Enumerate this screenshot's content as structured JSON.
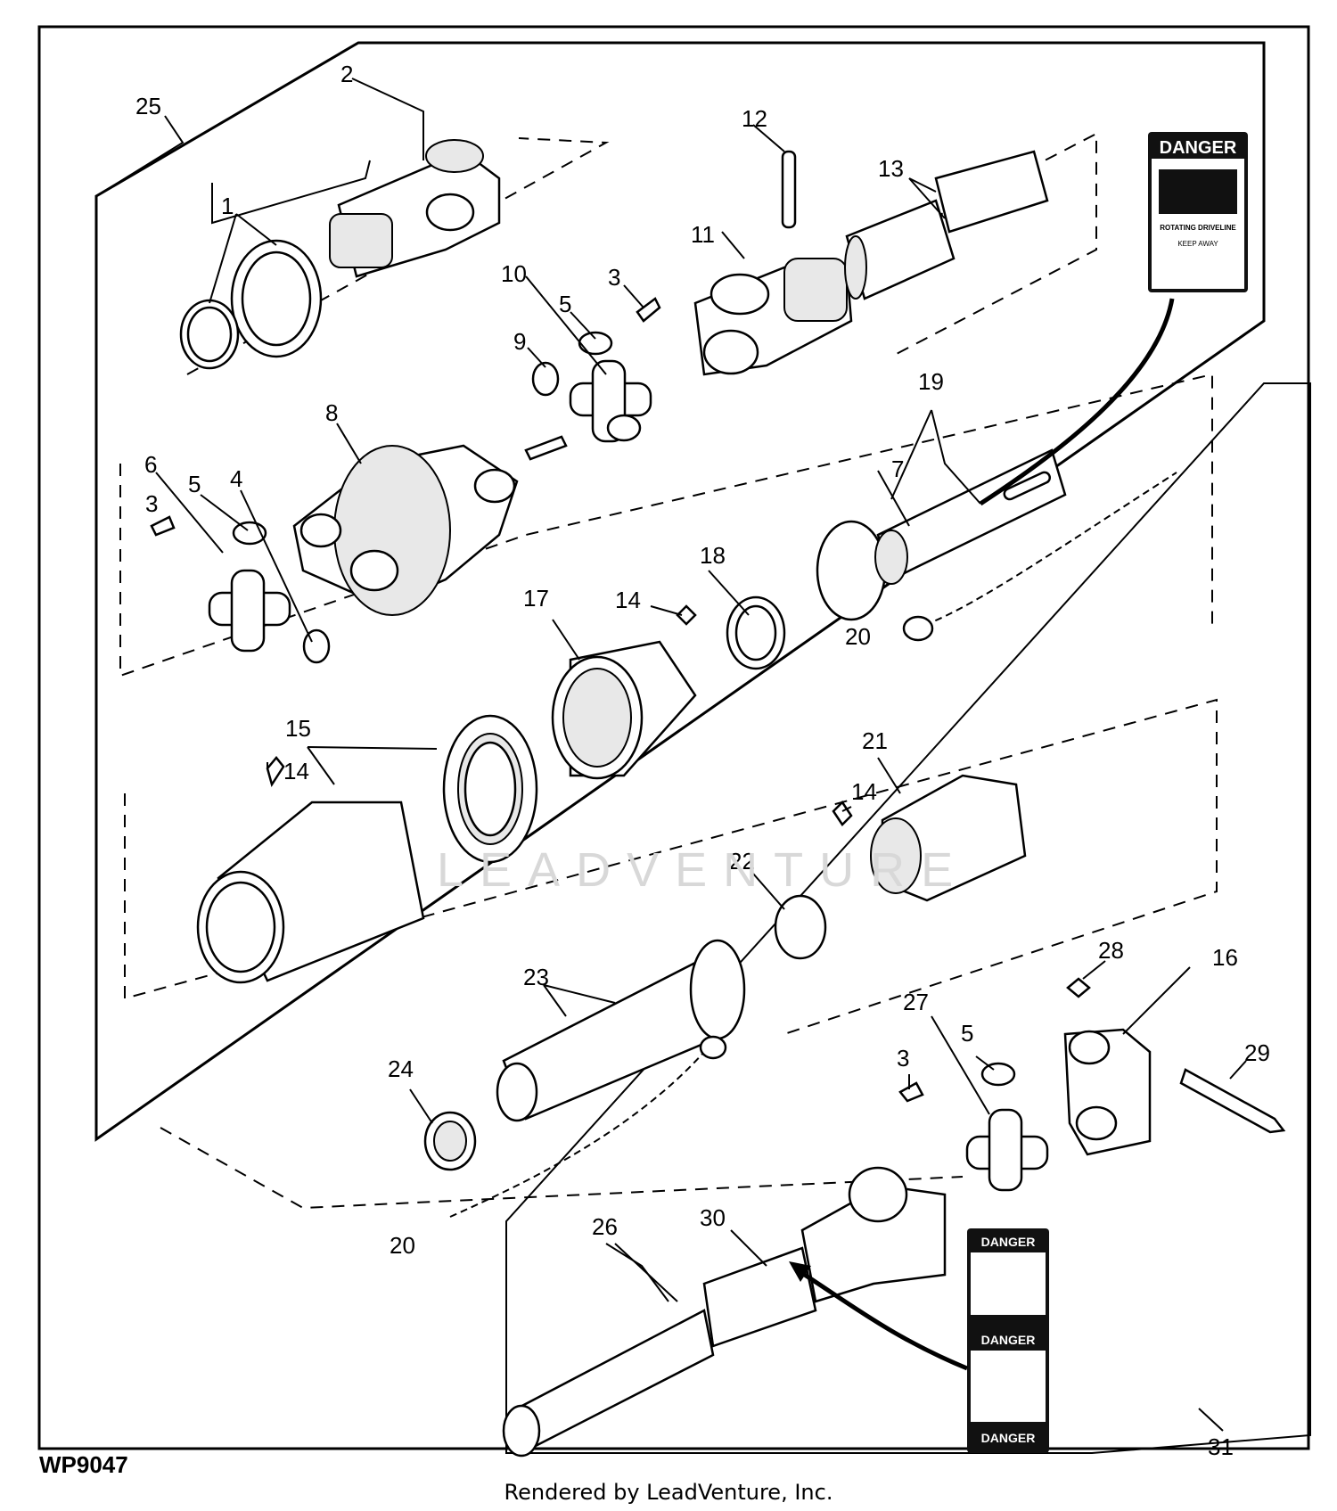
{
  "diagram": {
    "callouts": {
      "c1": "1",
      "c2": "2",
      "c3a": "3",
      "c3b": "3",
      "c3c": "3",
      "c4": "4",
      "c5a": "5",
      "c5b": "5",
      "c5c": "5",
      "c6": "6",
      "c7": "7",
      "c8": "8",
      "c9": "9",
      "c10": "10",
      "c11": "11",
      "c12": "12",
      "c13": "13",
      "c14a": "14",
      "c14b": "14",
      "c14c": "14",
      "c15": "15",
      "c16": "16",
      "c17": "17",
      "c18": "18",
      "c19": "19",
      "c20a": "20",
      "c20b": "20",
      "c21": "21",
      "c22": "22",
      "c23": "23",
      "c24": "24",
      "c25": "25",
      "c26": "26",
      "c27": "27",
      "c28": "28",
      "c29": "29",
      "c30": "30",
      "c31": "31"
    },
    "danger_label_top": {
      "heading": "DANGER",
      "title": "ROTATING DRIVELINE",
      "line1": "KEEP AWAY"
    },
    "danger_label_bottom": {
      "heading1": "DANGER",
      "heading2": "DANGER",
      "heading3": "DANGER"
    },
    "watermark": "LEADVENTURE",
    "doc_code": "WP9047",
    "credit": "Rendered by LeadVenture, Inc."
  },
  "colors": {
    "ink": "#000000",
    "background": "#ffffff",
    "watermark": "#d8d8d8"
  }
}
